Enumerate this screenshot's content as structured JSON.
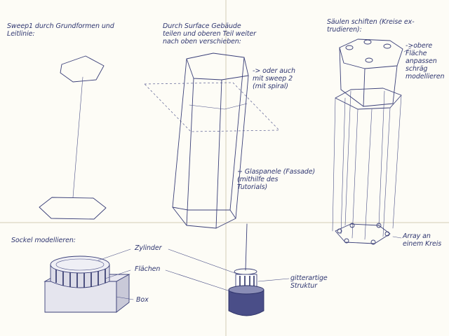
{
  "notes": {
    "sweep": "Sweep1 durch Grundformen und\nLeitlinie:",
    "surface": "Durch Surface Gebäude\nteilen und oberen Teil weiter\nnach oben verschieben:",
    "saeulen": "Säulen schiften (Kreise ex-\ntrudieren):",
    "obere_flaeche": "->obere\nFläche\nanpassen\nschräg\nmodellieren",
    "sweep2": "-> oder auch\nmit sweep 2\n(mit spiral)",
    "glaspanele": "+ Glaspanele (Fassade)\n(mithilfe des\nTutorials)",
    "array": "Array an\neinem Kreis",
    "sockel": "Sockel modellieren:",
    "zylinder": "Zylinder",
    "flaechen": "Flächen",
    "box": "Box",
    "gitter": "gitterartige\nStruktur"
  },
  "colors": {
    "paper": "#fdfcf6",
    "ink": "#3a3f78"
  }
}
